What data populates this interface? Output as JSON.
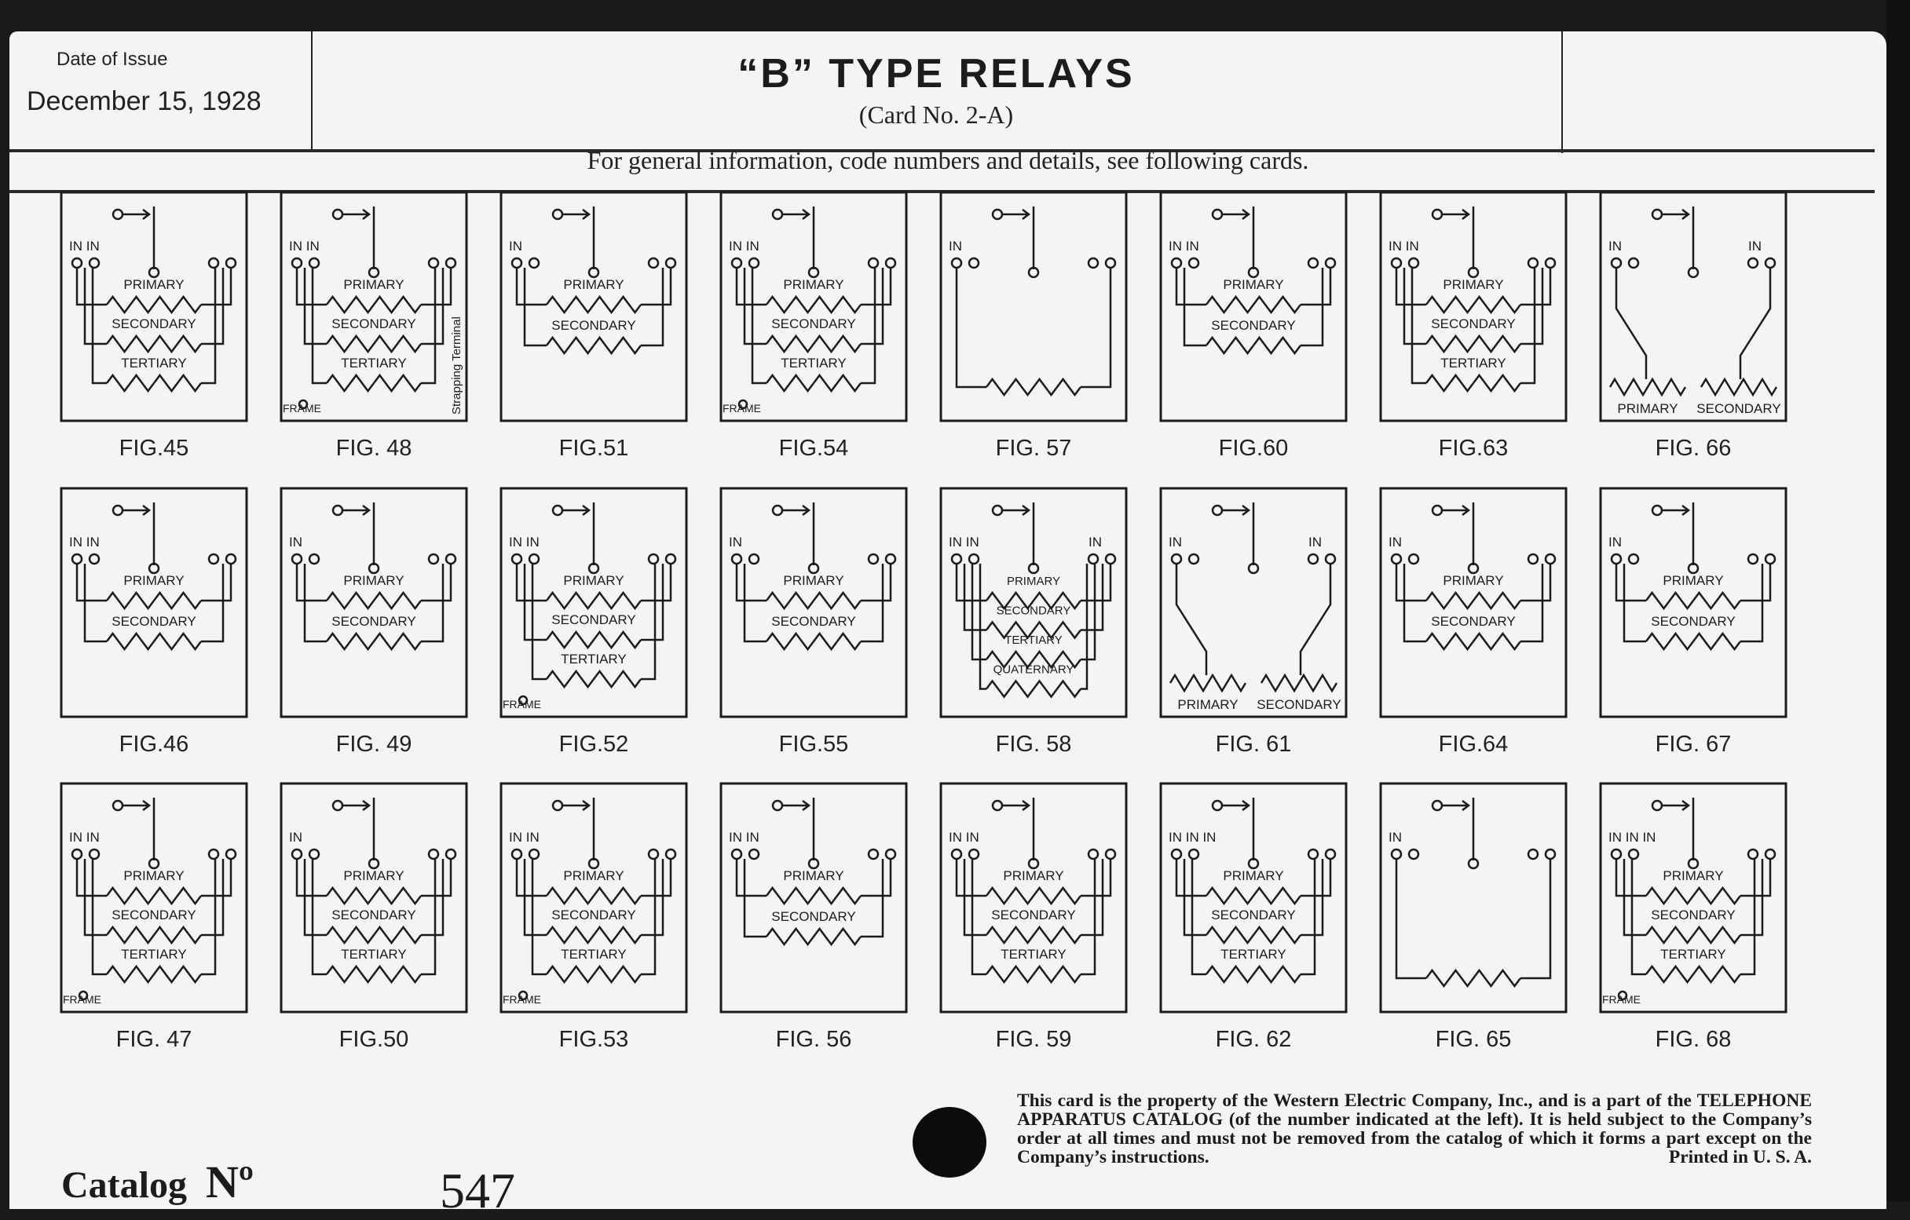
{
  "header": {
    "date_label": "Date of Issue",
    "date_value": "December 15, 1928",
    "title": "“B” TYPE RELAYS",
    "subtitle": "(Card No. 2-A)",
    "info": "For general information, code numbers and details, see following cards."
  },
  "figures": [
    {
      "label": "FIG.45",
      "in": "IN IN",
      "windings": [
        "PRIMARY",
        "SECONDARY",
        "TERTIARY"
      ]
    },
    {
      "label": "FIG. 48",
      "in": "IN IN",
      "windings": [
        "PRIMARY",
        "SECONDARY",
        "TERTIARY"
      ],
      "frame": "FRAME",
      "strap": "Strapping Terminal"
    },
    {
      "label": "FIG.51",
      "in": "IN",
      "windings": [
        "PRIMARY",
        "SECONDARY"
      ]
    },
    {
      "label": "FIG.54",
      "in": "IN IN",
      "windings": [
        "PRIMARY",
        "SECONDARY",
        "TERTIARY"
      ],
      "frame": "FRAME"
    },
    {
      "label": "FIG. 57",
      "in": "IN",
      "windings": [
        ""
      ]
    },
    {
      "label": "FIG.60",
      "in": "IN IN",
      "windings": [
        "PRIMARY",
        "SECONDARY"
      ]
    },
    {
      "label": "FIG.63",
      "in": "IN IN",
      "windings": [
        "PRIMARY",
        "SECONDARY",
        "TERTIARY"
      ]
    },
    {
      "label": "FIG. 66",
      "in": "IN",
      "in_right": "IN",
      "split": [
        "PRIMARY",
        "SECONDARY"
      ]
    },
    {
      "label": "FIG.46",
      "in": "IN IN",
      "windings": [
        "PRIMARY",
        "SECONDARY"
      ]
    },
    {
      "label": "FIG. 49",
      "in": "IN",
      "windings": [
        "PRIMARY",
        "SECONDARY"
      ]
    },
    {
      "label": "FIG.52",
      "in": "IN IN",
      "windings": [
        "PRIMARY",
        "SECONDARY",
        "TERTIARY"
      ],
      "frame": "FRAME"
    },
    {
      "label": "FIG.55",
      "in": "IN",
      "windings": [
        "PRIMARY",
        "SECONDARY"
      ]
    },
    {
      "label": "FIG. 58",
      "in": "IN IN",
      "in_right": "IN",
      "windings": [
        "PRIMARY",
        "SECONDARY",
        "TERTIARY",
        "QUATERNARY"
      ]
    },
    {
      "label": "FIG. 61",
      "in": "IN",
      "in_right": "IN",
      "split": [
        "PRIMARY",
        "SECONDARY"
      ]
    },
    {
      "label": "FIG.64",
      "in": "IN",
      "windings": [
        "PRIMARY",
        "SECONDARY"
      ]
    },
    {
      "label": "FIG. 67",
      "in": "IN",
      "windings": [
        "PRIMARY",
        "SECONDARY"
      ]
    },
    {
      "label": "FIG. 47",
      "in": "IN IN",
      "windings": [
        "PRIMARY",
        "SECONDARY",
        "TERTIARY"
      ],
      "frame": "FRAME"
    },
    {
      "label": "FIG.50",
      "in": "IN",
      "windings": [
        "PRIMARY",
        "SECONDARY",
        "TERTIARY"
      ]
    },
    {
      "label": "FIG.53",
      "in": "IN IN",
      "windings": [
        "PRIMARY",
        "SECONDARY",
        "TERTIARY"
      ],
      "frame": "FRAME"
    },
    {
      "label": "FIG. 56",
      "in": "IN IN",
      "windings": [
        "PRIMARY",
        "SECONDARY"
      ]
    },
    {
      "label": "FIG. 59",
      "in": "IN IN",
      "windings": [
        "PRIMARY",
        "SECONDARY",
        "TERTIARY"
      ]
    },
    {
      "label": "FIG. 62",
      "in": "IN IN IN",
      "windings": [
        "PRIMARY",
        "SECONDARY",
        "TERTIARY"
      ]
    },
    {
      "label": "FIG. 65",
      "in": "IN",
      "windings": [
        ""
      ]
    },
    {
      "label": "FIG. 68",
      "in": "IN IN IN",
      "windings": [
        "PRIMARY",
        "SECONDARY",
        "TERTIARY"
      ],
      "frame": "FRAME"
    }
  ],
  "footer": {
    "catalog_label": "Catalog",
    "no_label": "Nº",
    "catalog_number": "547",
    "legal": "This card is the property of the Western Electric Company, Inc., and is a part of the TELEPHONE APPARATUS CATALOG (of the number indicated at the left). It is held subject to the Company’s order at all times and must not be removed from the catalog of which it forms a part except on the Company’s instructions.",
    "printed": "Printed in U. S. A."
  }
}
